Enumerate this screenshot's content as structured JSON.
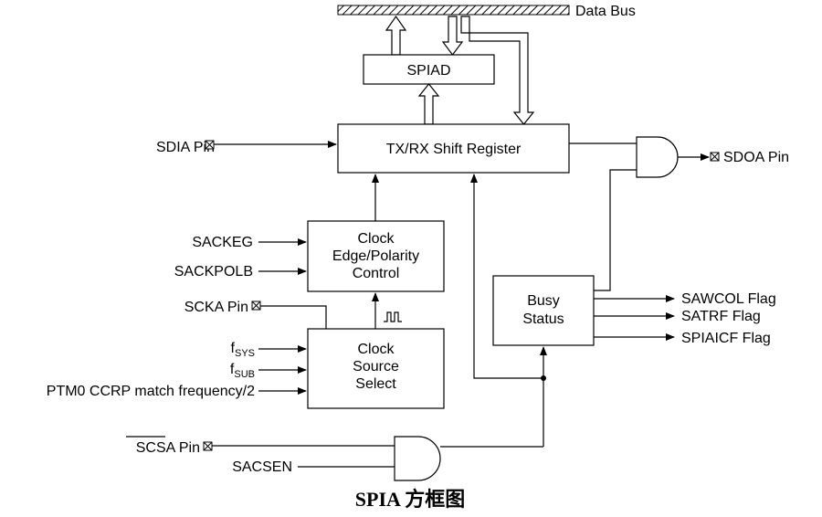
{
  "bus": {
    "label": "Data Bus"
  },
  "blocks": {
    "spiad": "SPIAD",
    "shift_register": "TX/RX Shift Register",
    "clock_edge": [
      "Clock",
      "Edge/Polarity",
      "Control"
    ],
    "clock_source": [
      "Clock",
      "Source",
      "Select"
    ],
    "busy_status": [
      "Busy",
      "Status"
    ]
  },
  "inputs": {
    "sdia_pin": "SDIA Pin",
    "sackeg": "SACKEG",
    "sackpolb": "SACKPOLB",
    "scka_pin": "SCKA Pin",
    "fsys_base": "f",
    "fsys_sub": "SYS",
    "fsub_base": "f",
    "fsub_sub": "SUB",
    "ptm": "PTM0 CCRP match frequency/2",
    "scsa_pin": "SCSA Pin",
    "sacsen": "SACSEN"
  },
  "outputs": {
    "sdoa_pin": "SDOA Pin",
    "sawcol": "SAWCOL Flag",
    "satrf": "SATRF Flag",
    "spiaicf": "SPIAICF Flag"
  },
  "caption": "SPIA 方框图"
}
